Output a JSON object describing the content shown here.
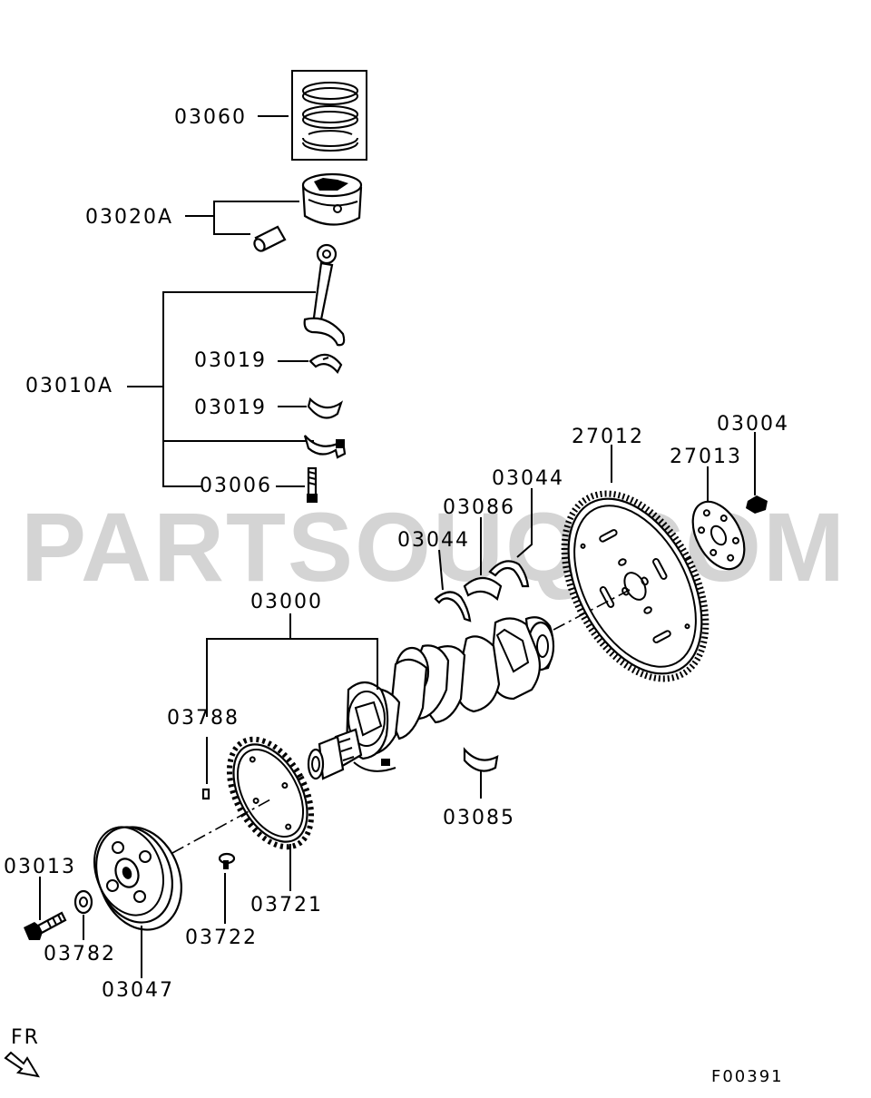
{
  "watermark": "PARTSOUQ.COM",
  "figure_code": "F00391",
  "direction_label": "FR",
  "labels": {
    "rings": "03060",
    "piston": "03020A",
    "conrod_set": "03010A",
    "bearing_upper": "03019",
    "bearing_lower": "03019",
    "conrod_bolt": "03006",
    "flywheel": "27012",
    "plate": "27013",
    "flywheel_bolt": "03004",
    "thrust_left": "03044",
    "thrust_right": "03044",
    "main_bearing_upper": "03086",
    "crankshaft_assy": "03000",
    "key": "03788",
    "main_bearing_lower": "03085",
    "sprocket": "03721",
    "sprocket_screw": "03722",
    "pulley_bolt": "03013",
    "washer": "03782",
    "pulley": "03047"
  }
}
